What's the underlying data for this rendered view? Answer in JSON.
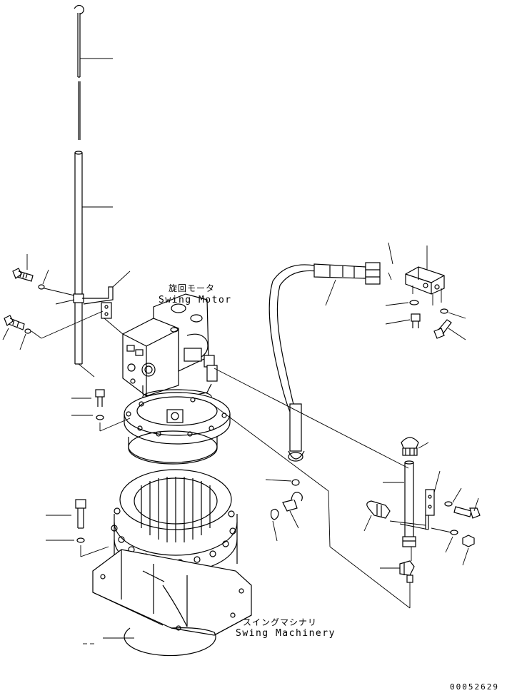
{
  "labels": {
    "swing_motor_jp": "旋回モータ",
    "swing_motor_en": "Swing Motor",
    "swing_machinery_jp": "スイングマシナリ",
    "swing_machinery_en": "Swing Machinery"
  },
  "document_number": "00052629"
}
